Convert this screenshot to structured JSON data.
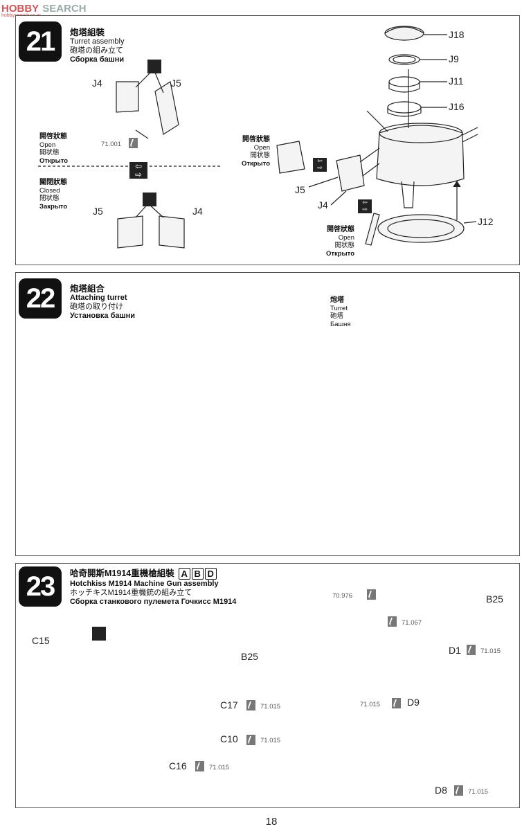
{
  "watermark": {
    "logo": "HOBBY",
    "site": "SEARCH",
    "url": "hobbysearch.co.jp"
  },
  "page": {
    "number": "18"
  },
  "step21": {
    "number": "21",
    "title_zh": "炮塔組裝",
    "title_en": "Turret assembly",
    "title_jp": "砲塔の組み立て",
    "title_ru": "Сборка башни",
    "open_state": {
      "zh": "開啓狀態",
      "en": "Open",
      "jp": "開状態",
      "ru": "Открыто"
    },
    "closed_state": {
      "zh": "關閉狀態",
      "en": "Closed",
      "jp": "閉状態",
      "ru": "Закрыто"
    },
    "open_state2": {
      "zh": "開啓狀態",
      "en": "Open",
      "jp": "開状態",
      "ru": "Открыто"
    },
    "open_state3": {
      "zh": "開啓狀態",
      "en": "Open",
      "jp": "開状態",
      "ru": "Открыто"
    },
    "labels": {
      "j4a": "J4",
      "j5a": "J5",
      "j5b": "J5",
      "j4b": "J4",
      "j18": "J18",
      "j9": "J9",
      "j11": "J11",
      "j16": "J16",
      "j5c": "J5",
      "j4c": "J4",
      "j12": "J12"
    },
    "paint_ref": "71.001"
  },
  "step22": {
    "number": "22",
    "title_zh": "炮塔組合",
    "title_en": "Attaching turret",
    "title_jp": "砲塔の取り付け",
    "title_ru": "Установка башни",
    "callout": {
      "zh": "炮塔",
      "en": "Turret",
      "jp": "砲塔",
      "ru": "Башня"
    }
  },
  "step23": {
    "number": "23",
    "title_zh": "哈奇開斯M1914重機槍組裝",
    "variants": [
      "A",
      "B",
      "D"
    ],
    "title_en": "Hotchkiss M1914 Machine Gun assembly",
    "title_jp": "ホッチキスM1914重機銃の組み立て",
    "title_ru": "Сборка станкового пулемета Гочкисс M1914",
    "labels": {
      "c15": "C15",
      "b25a": "B25",
      "c17": "C17",
      "c10": "C10",
      "c16": "C16",
      "b25b": "B25",
      "d1": "D1",
      "d9": "D9",
      "d8": "D8"
    },
    "paint_refs": {
      "b25_a": "70.976",
      "b25_b": "71.067",
      "c17": "71.015",
      "c10": "71.015",
      "c16": "71.015",
      "d1": "71.015",
      "d9": "71.015",
      "d8": "71.015"
    }
  }
}
